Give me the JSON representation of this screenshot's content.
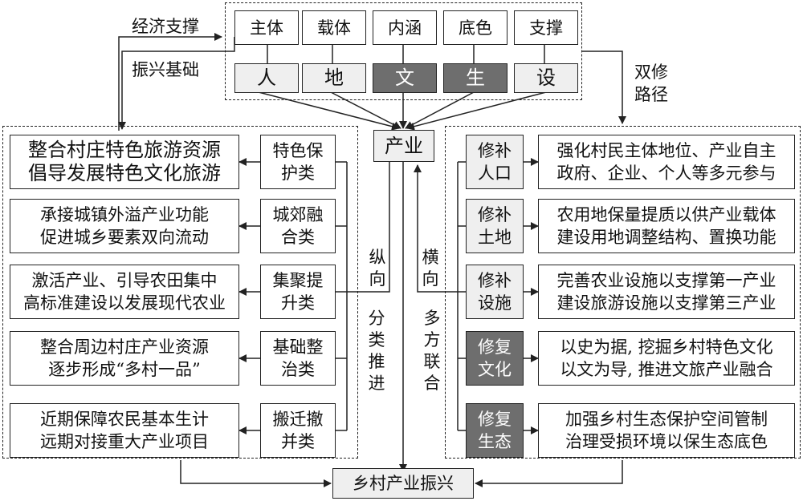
{
  "top_labels": [
    "主体",
    "载体",
    "内涵",
    "底色",
    "支撑"
  ],
  "top_elements": [
    "人",
    "地",
    "文",
    "生",
    "设"
  ],
  "left_annotations": {
    "economic_support": "经济支撑",
    "revitalization_base": "振兴基础"
  },
  "right_annotation": "双修\n路径",
  "center": {
    "industry": "产业",
    "vertical": "纵向",
    "horizontal": "横向",
    "classified_push": "分类推进",
    "multi_party": "多方联合"
  },
  "left_rows": [
    {
      "category": "特色保\n护类",
      "desc": "整合村庄特色旅游资源\n倡导发展特色文化旅游"
    },
    {
      "category": "城郊融\n合类",
      "desc": "承接城镇外溢产业功能\n促进城乡要素双向流动"
    },
    {
      "category": "集聚提\n升类",
      "desc": "激活产业、引导农田集中\n高标准建设以发展现代农业"
    },
    {
      "category": "基础整\n治类",
      "desc": "整合周边村庄产业资源\n逐步形成“多村一品”"
    },
    {
      "category": "搬迁撤\n并类",
      "desc": "近期保障农民基本生计\n远期对接重大产业项目"
    }
  ],
  "right_rows": [
    {
      "category": "修补\n人口",
      "desc": "强化村民主体地位、产业自主\n政府、企业、个人等多元参与"
    },
    {
      "category": "修补\n土地",
      "desc": "农用地保量提质以供产业载体\n建设用地调整结构、置换功能"
    },
    {
      "category": "修补\n设施",
      "desc": "完善农业设施以支撑第一产业\n建设旅游设施以支撑第三产业"
    },
    {
      "category": "修复\n文化",
      "desc": "以史为据, 挖掘乡村特色文化\n以文为导, 推进文旅产业融合"
    },
    {
      "category": "修复\n生态",
      "desc": "加强乡村生态保护空间管制\n治理受损环境以保生态底色"
    }
  ],
  "bottom": "乡村产业振兴",
  "colors": {
    "line": "#222222",
    "light_fill": "#efefef",
    "dark_fill": "#6e6e6e"
  }
}
